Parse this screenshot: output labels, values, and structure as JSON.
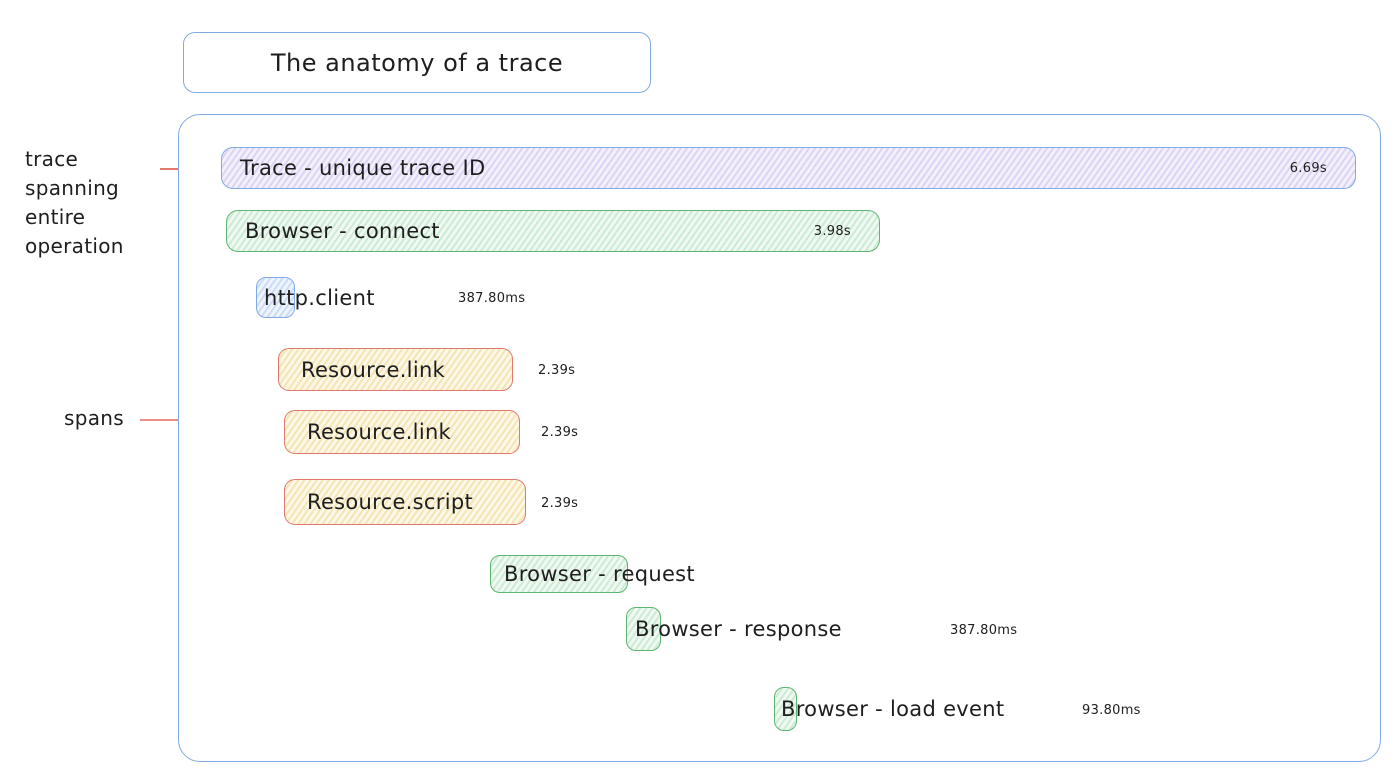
{
  "title": "The anatomy of a trace",
  "annotations": {
    "trace_note": "trace\nspanning\nentire\noperation",
    "spans_note": "spans"
  },
  "trace": {
    "label": "Trace - unique trace ID",
    "duration": "6.69s"
  },
  "spans": [
    {
      "label": "Browser - connect",
      "duration": "3.98s"
    },
    {
      "label": "http.client",
      "duration": "387.80ms"
    },
    {
      "label": "Resource.link",
      "duration": "2.39s"
    },
    {
      "label": "Resource.link",
      "duration": "2.39s"
    },
    {
      "label": "Resource.script",
      "duration": "2.39s"
    },
    {
      "label": "Browser - request",
      "duration": ""
    },
    {
      "label": "Browser - response",
      "duration": "387.80ms"
    },
    {
      "label": "Browser - load event",
      "duration": "93.80ms"
    }
  ],
  "colors": {
    "blue_border": "#82abe4",
    "green_border": "#5fb573",
    "red_border": "#e2796e",
    "purple_fill": "#dcd4f5",
    "green_fill": "#cdebd4",
    "blue_fill": "#ccdcf6",
    "yellow_fill": "#f5e4b4",
    "annotation_red": "#e2796e",
    "text": "#1e1e1e"
  }
}
